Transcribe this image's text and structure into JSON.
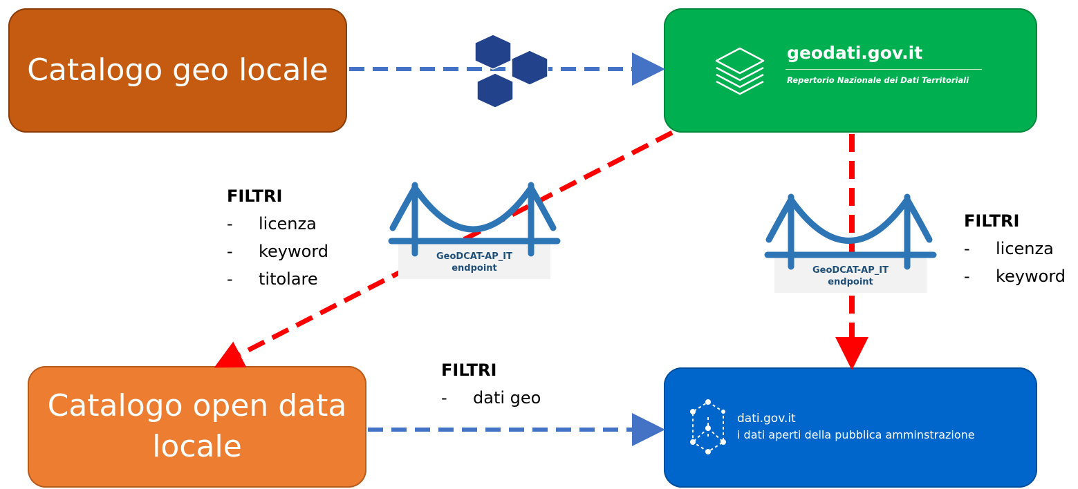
{
  "nodes": {
    "geo_locale": "Catalogo geo locale",
    "opendata_line1": "Catalogo open data",
    "opendata_line2": "locale",
    "geodati_name": "geodati.gov.it",
    "geodati_sub": "Repertorio Nazionale dei Dati Territoriali",
    "dati_name": "dati.gov.it",
    "dati_sub": "i dati aperti della pubblica amminstrazione"
  },
  "bridges": [
    {
      "line1": "GeoDCAT-AP_IT",
      "line2": "endpoint"
    },
    {
      "line1": "GeoDCAT-AP_IT",
      "line2": "endpoint"
    }
  ],
  "filters": {
    "left": {
      "heading": "FILTRI",
      "items": [
        "licenza",
        "keyword",
        "titolare"
      ]
    },
    "right": {
      "heading": "FILTRI",
      "items": [
        "licenza",
        "keyword"
      ]
    },
    "bottom": {
      "heading": "FILTRI",
      "items": [
        "dati geo"
      ]
    },
    "dash": "-"
  },
  "colors": {
    "geo_locale": "#c55a11",
    "geodati": "#00b050",
    "opendata": "#ed7d31",
    "dati": "#0066cc",
    "blue_arrow": "#4472c4",
    "red_arrow": "#ff0000",
    "bridge": "#2e75b6"
  },
  "icons": [
    "hexagon-cluster-icon",
    "layers-icon",
    "network-nodes-icon",
    "bridge-icon"
  ]
}
